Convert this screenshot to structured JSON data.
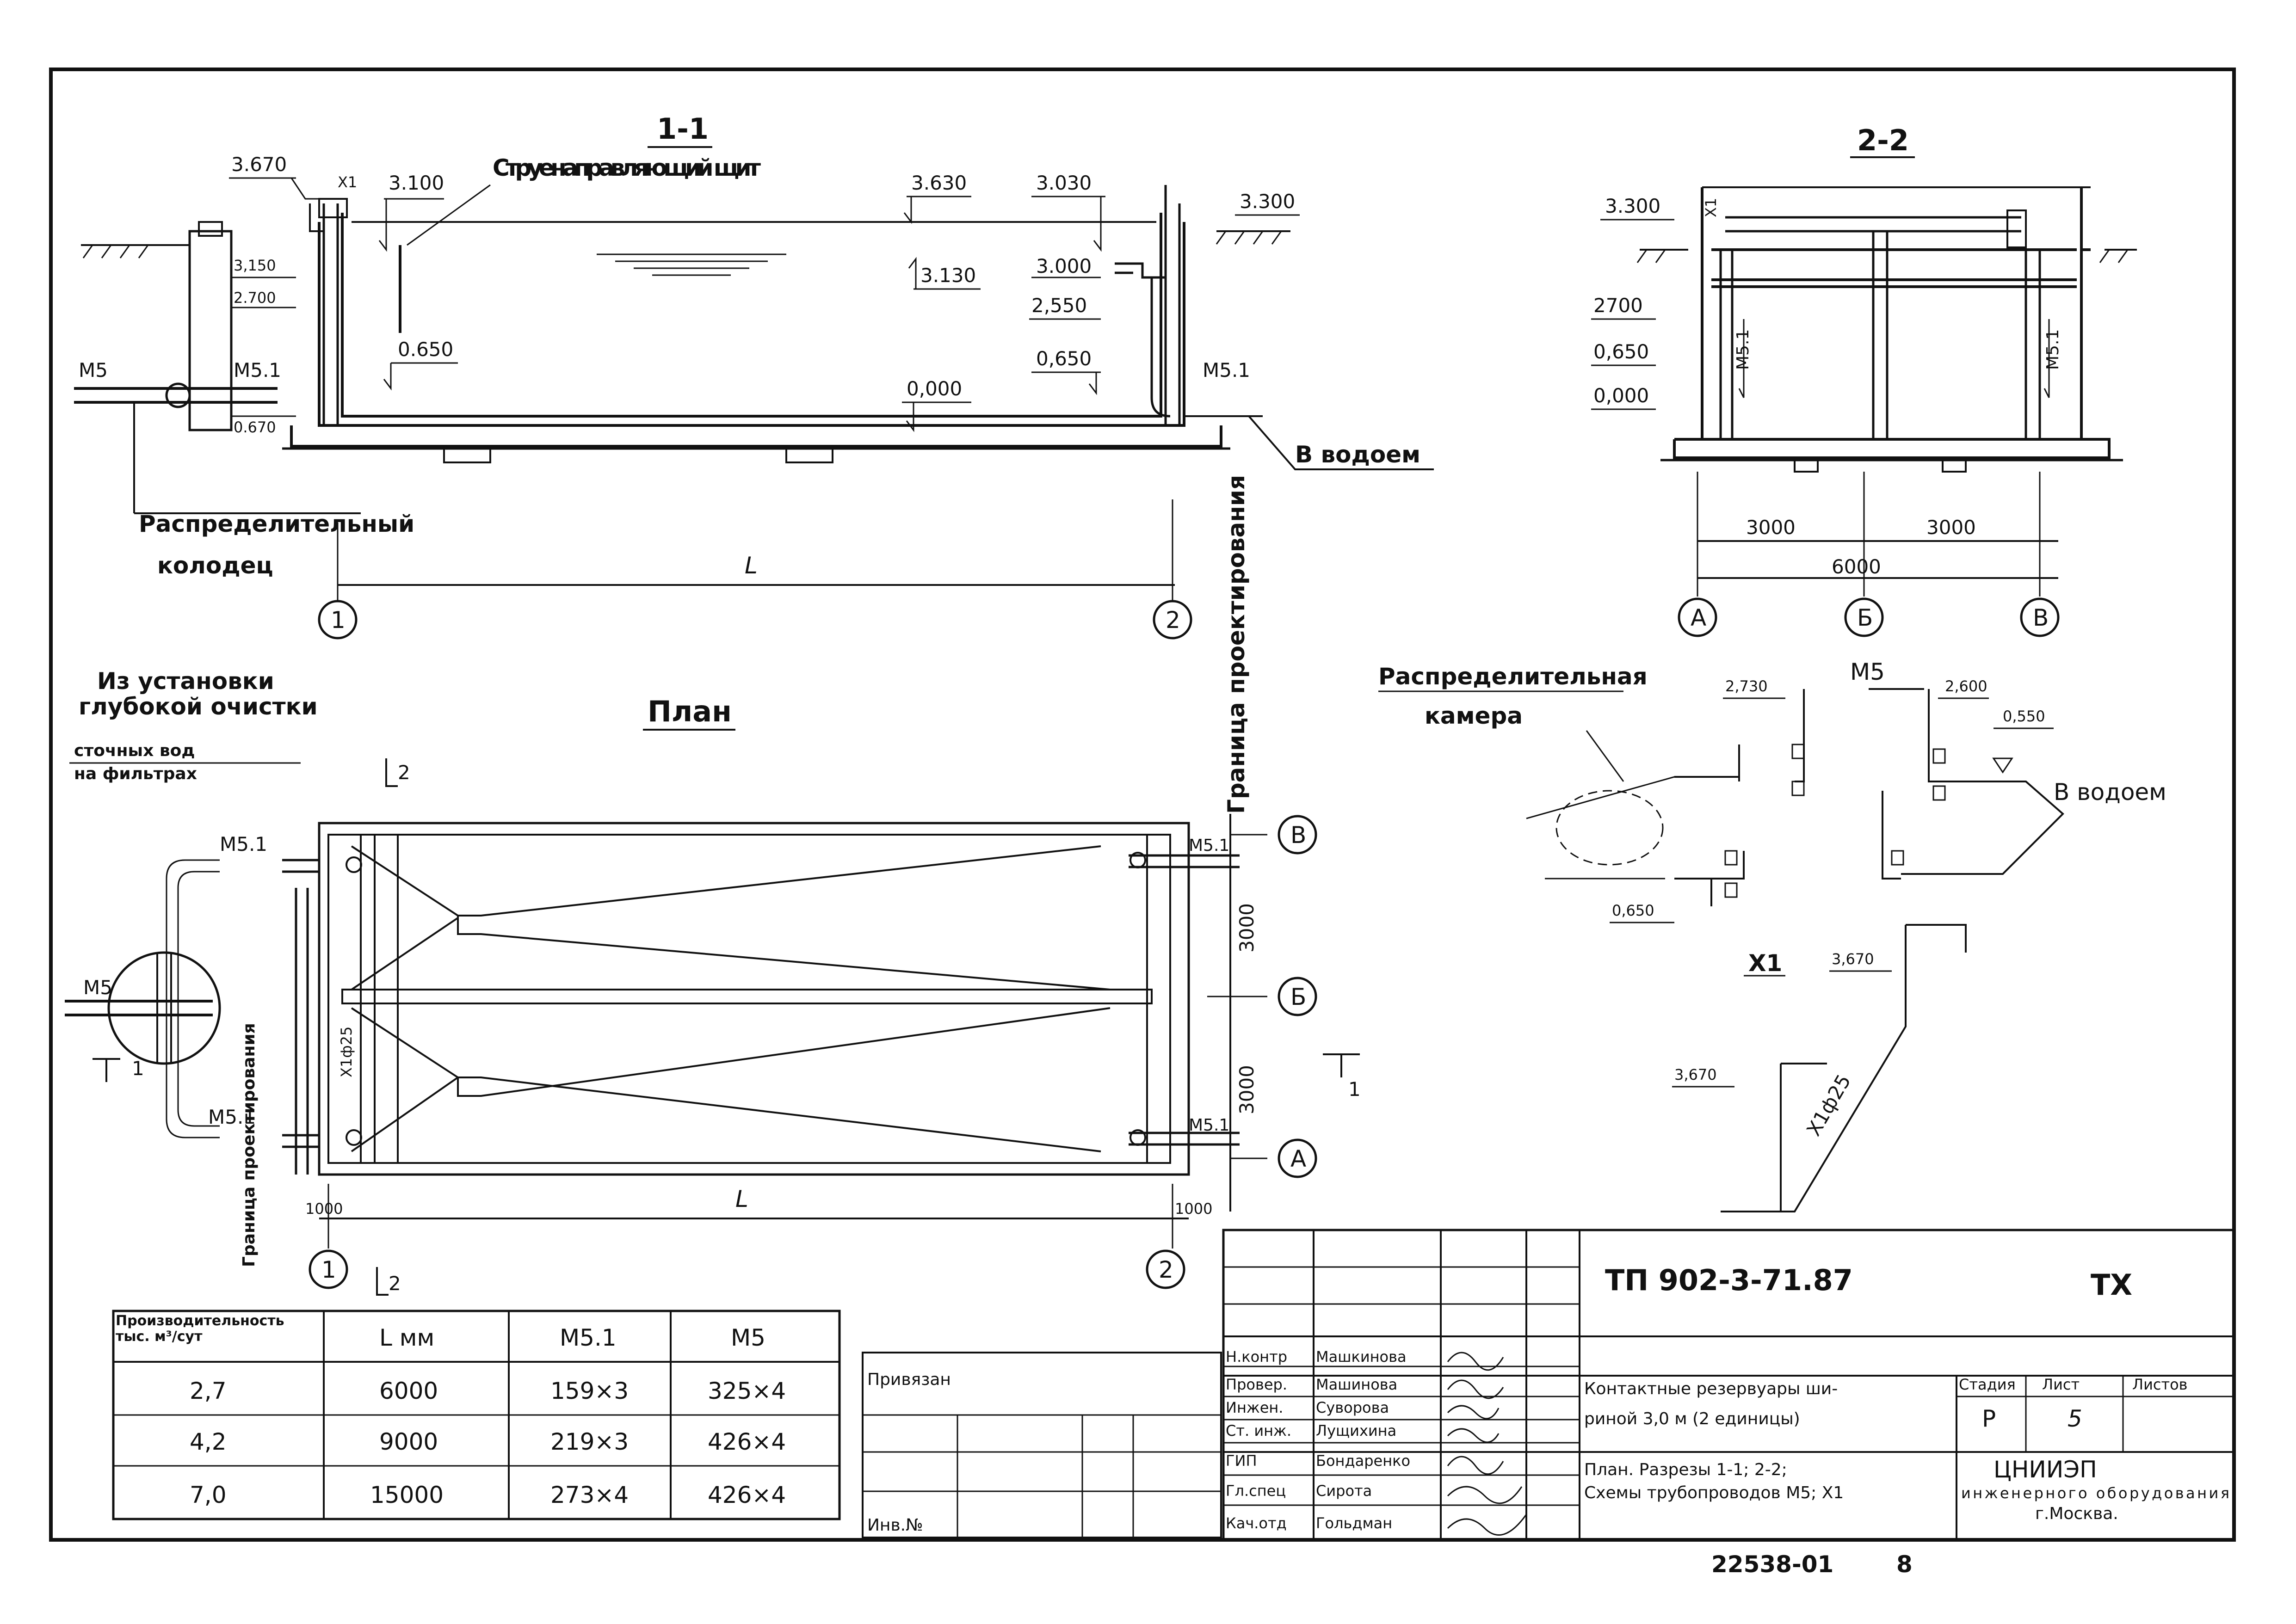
{
  "section_1": {
    "title": "1-1",
    "marks": {
      "m3670": "3.670",
      "m3100": "3.100",
      "m3630": "3.630",
      "m3030": "3.030",
      "m3300": "3.300",
      "m3150": "3,150",
      "m2700": "2.700",
      "m3130": "3.130",
      "m3000": "3.000",
      "m2550": "2,550",
      "m0650a": "0.650",
      "m0650b": "0,650",
      "m0000": "0,000",
      "m0670": "0.670"
    },
    "pipes": {
      "m5": "М5",
      "m51a": "М5.1",
      "m51b": "М5.1",
      "x1": "Х1"
    },
    "labels": {
      "shield": "Струенаправляющий щит",
      "to_water": "В водоем",
      "well_line1": "Распределительный",
      "well_line2": "колодец",
      "length": "L"
    },
    "axes": [
      "1",
      "2"
    ]
  },
  "section_2": {
    "title": "2-2",
    "marks": {
      "m3300": "3.300",
      "m2700": "2700",
      "m0650": "0,650",
      "m0000": "0,000"
    },
    "pipes": {
      "left": "М5.1",
      "right": "М5.1",
      "x1": "Х1"
    },
    "dims": {
      "d1": "3000",
      "d2": "3000",
      "total": "6000"
    },
    "axes": [
      "А",
      "Б",
      "В"
    ]
  },
  "plan": {
    "title": "План",
    "source_line1": "Из установки",
    "source_line2": "глубокой очистки",
    "source_line3": "сточных вод",
    "source_line4": "на фильтрах",
    "boundary": "Граница проектирования",
    "boundary_bottom": "Граница проектирования",
    "pipes": {
      "m5": "М5",
      "m51_tl": "М5.1",
      "m51_bl": "М5.1",
      "m51_tr": "М5.1",
      "m51_br": "М5.1",
      "x1": "Х1ф25"
    },
    "dims": {
      "d1": "3000",
      "d2": "3000",
      "left": "1000",
      "right": "1000",
      "length": "L"
    },
    "axes_v": [
      "В",
      "Б",
      "А"
    ],
    "axes_h": [
      "1",
      "2"
    ],
    "cut_2": "2",
    "cut_1": "1"
  },
  "scheme_m5": {
    "chamber_line1": "Распределительная",
    "chamber_line2": "камера",
    "label": "М5",
    "marks": {
      "m2730": "2,730",
      "m2600": "2,600",
      "m0550": "0,550",
      "m0650": "0,650"
    },
    "to_water": "В водоем"
  },
  "scheme_x1": {
    "label": "Х1",
    "marks": {
      "m3670a": "3,670",
      "m3670b": "3,670"
    },
    "pipe": "Х1ф25"
  },
  "table": {
    "headers": [
      "Производительность тыс. м³/сут",
      "L мм",
      "М5.1",
      "М5"
    ],
    "rows": [
      [
        "2,7",
        "6000",
        "159×3",
        "325×4"
      ],
      [
        "4,2",
        "9000",
        "219×3",
        "426×4"
      ],
      [
        "7,0",
        "15000",
        "273×4",
        "426×4"
      ]
    ]
  },
  "binding": {
    "privyazan": "Привязан",
    "inv_no": "Инв.№"
  },
  "title_block": {
    "code": "ТП 902-3-71.87",
    "mark": "ТХ",
    "roles": [
      "Н.контр",
      "Провер.",
      "Инжен.",
      "Ст. инж.",
      "ГИП",
      "Гл.спец",
      "Кач.отд"
    ],
    "names": [
      "Машкинова",
      "Машинова",
      "Суворова",
      "Лущихина",
      "Бондаренко",
      "Сирота",
      "Гольдман"
    ],
    "object_line1": "Контактные резервуары ши-",
    "object_line2": "риной 3,0 м (2 единицы)",
    "sheet_line1": "План. Разрезы 1-1; 2-2;",
    "sheet_line2": "Схемы трубопроводов М5; Х1",
    "stage_h": "Стадия",
    "sheet_h": "Лист",
    "sheets_h": "Листов",
    "stage": "Р",
    "sheet": "5",
    "org_line1": "ЦНИИЭП",
    "org_line2": "инженерного оборудования",
    "org_line3": "г.Москва."
  },
  "footer": {
    "number": "22538-01",
    "suffix": "8"
  }
}
